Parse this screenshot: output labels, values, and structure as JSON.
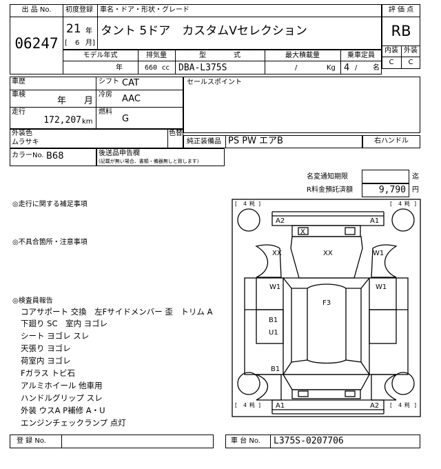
{
  "header": {
    "lot_label": "出 品 No.",
    "lot_no": "06247",
    "reg_label": "初度登録",
    "reg_year": "21",
    "year_unit": "年",
    "reg_month_open": "[",
    "reg_month": "6",
    "reg_month_close": "月]",
    "name_label": "車名・ドア・形状・グレード",
    "car_name": "タント 5ドア　カスタムVセレクション",
    "model_year_label": "モデル年式",
    "model_year_unit": "年",
    "displacement_label": "排気量",
    "displacement": "660",
    "displacement_unit": "cc",
    "type_label": "型　　　　式",
    "type_value": "DBA-L375S",
    "load_label": "最大積載量",
    "load_slash": "/",
    "load_unit": "Kg",
    "capacity_label": "乗車定員",
    "capacity_value": "4",
    "capacity_slash": "/",
    "capacity_unit": "名"
  },
  "score": {
    "label": "評 価 点",
    "value": "RB",
    "interior_label": "内装",
    "exterior_label": "外装",
    "interior": "C",
    "exterior": "C"
  },
  "info": {
    "history_label": "車歴",
    "inspection_label": "車検",
    "inspection_year": "年",
    "inspection_month": "月",
    "mileage_label": "走行",
    "mileage": "172,207",
    "mileage_unit": "km",
    "shift_label": "シフト",
    "shift": "CAT",
    "ac_label": "冷房",
    "ac": "AAC",
    "fuel_label": "燃料",
    "fuel": "G",
    "sales_label": "セールスポイント",
    "exterior_color_label": "外装色",
    "exterior_color": "ムラサキ",
    "recolor_label": "色替",
    "equipment_label": "純正装備品",
    "equipment": "PS PW エアB",
    "steering": "右ハンドル",
    "color_no_label": "カラーNo.",
    "color_no": "B68",
    "declaration_label": "後送品申告欄",
    "declaration_note": "(記載が無い場合、書類・備器無しと致します)"
  },
  "fees": {
    "deadline_label": "名変通知期限",
    "deadline_unit": "迄",
    "recycle_label": "R料金預託済額",
    "recycle_amount": "9,790",
    "recycle_unit": "円"
  },
  "notes": {
    "driving_heading": "◎走行に関する補足事項",
    "defects_heading": "◎不具合箇所・注意事項",
    "inspector_heading": "◎検査員報告",
    "lines": [
      "コアサポート 交換　左Fサイドメンバー 歪　トリム A",
      "下廻り SC　室内 ヨゴレ",
      "シート ヨゴレ スレ",
      "天張り ヨゴレ",
      "荷室内 ヨゴレ",
      "Fガラス トビ石",
      "アルミホイール 他車用",
      "ハンドルグリップ スレ",
      "外装 ウスA P補修 A・U",
      "エンジンチェックランプ 点灯"
    ]
  },
  "diagram": {
    "tire_fl": "4",
    "tire_fr": "4",
    "tire_rl": "4",
    "tire_rr": "4",
    "tire_unit": "粍",
    "bracket_open": "[",
    "bracket_close": "]",
    "marks": {
      "front_bumper_left": "A2",
      "front_bumper_right": "A1",
      "grille": "X",
      "left_fender": "XX",
      "hood": "XX",
      "right_fender": "W1",
      "left_front_door": "W1",
      "right_front_door": "W1",
      "roof": "F3",
      "left_rear_door_b": "B1",
      "left_rear_door_u": "U1",
      "left_quarter": "B1",
      "rear_bumper_left": "A1",
      "rear_bumper_right": "A2"
    }
  },
  "footer": {
    "reg_no_label": "登 録 No.",
    "chassis_label": "車 台 No.",
    "chassis_no": "L375S-0207706"
  }
}
